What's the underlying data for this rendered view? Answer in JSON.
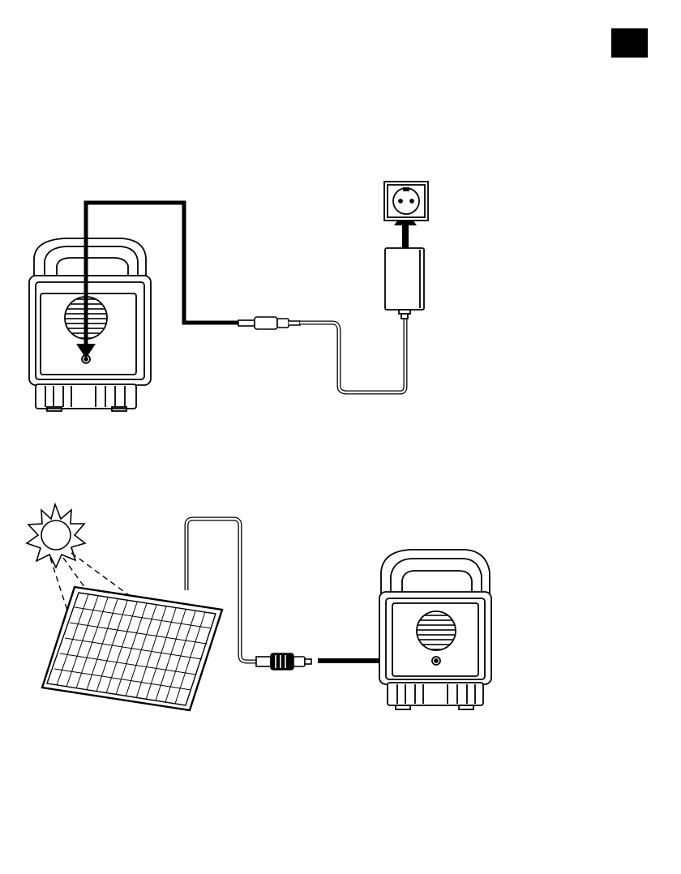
{
  "page": {
    "corner_tab": {
      "color": "#000000"
    }
  },
  "diagrams": {
    "mains_charging": {
      "icons": [
        "power-station",
        "ac-adapter",
        "wall-socket",
        "dc-plug"
      ],
      "arrow_color": "#000000"
    },
    "solar_charging": {
      "icons": [
        "sun",
        "solar-panel",
        "dc-plug",
        "power-station"
      ],
      "arrow_color": "#000000"
    }
  },
  "colors": {
    "line": "#000000",
    "background": "#ffffff"
  }
}
